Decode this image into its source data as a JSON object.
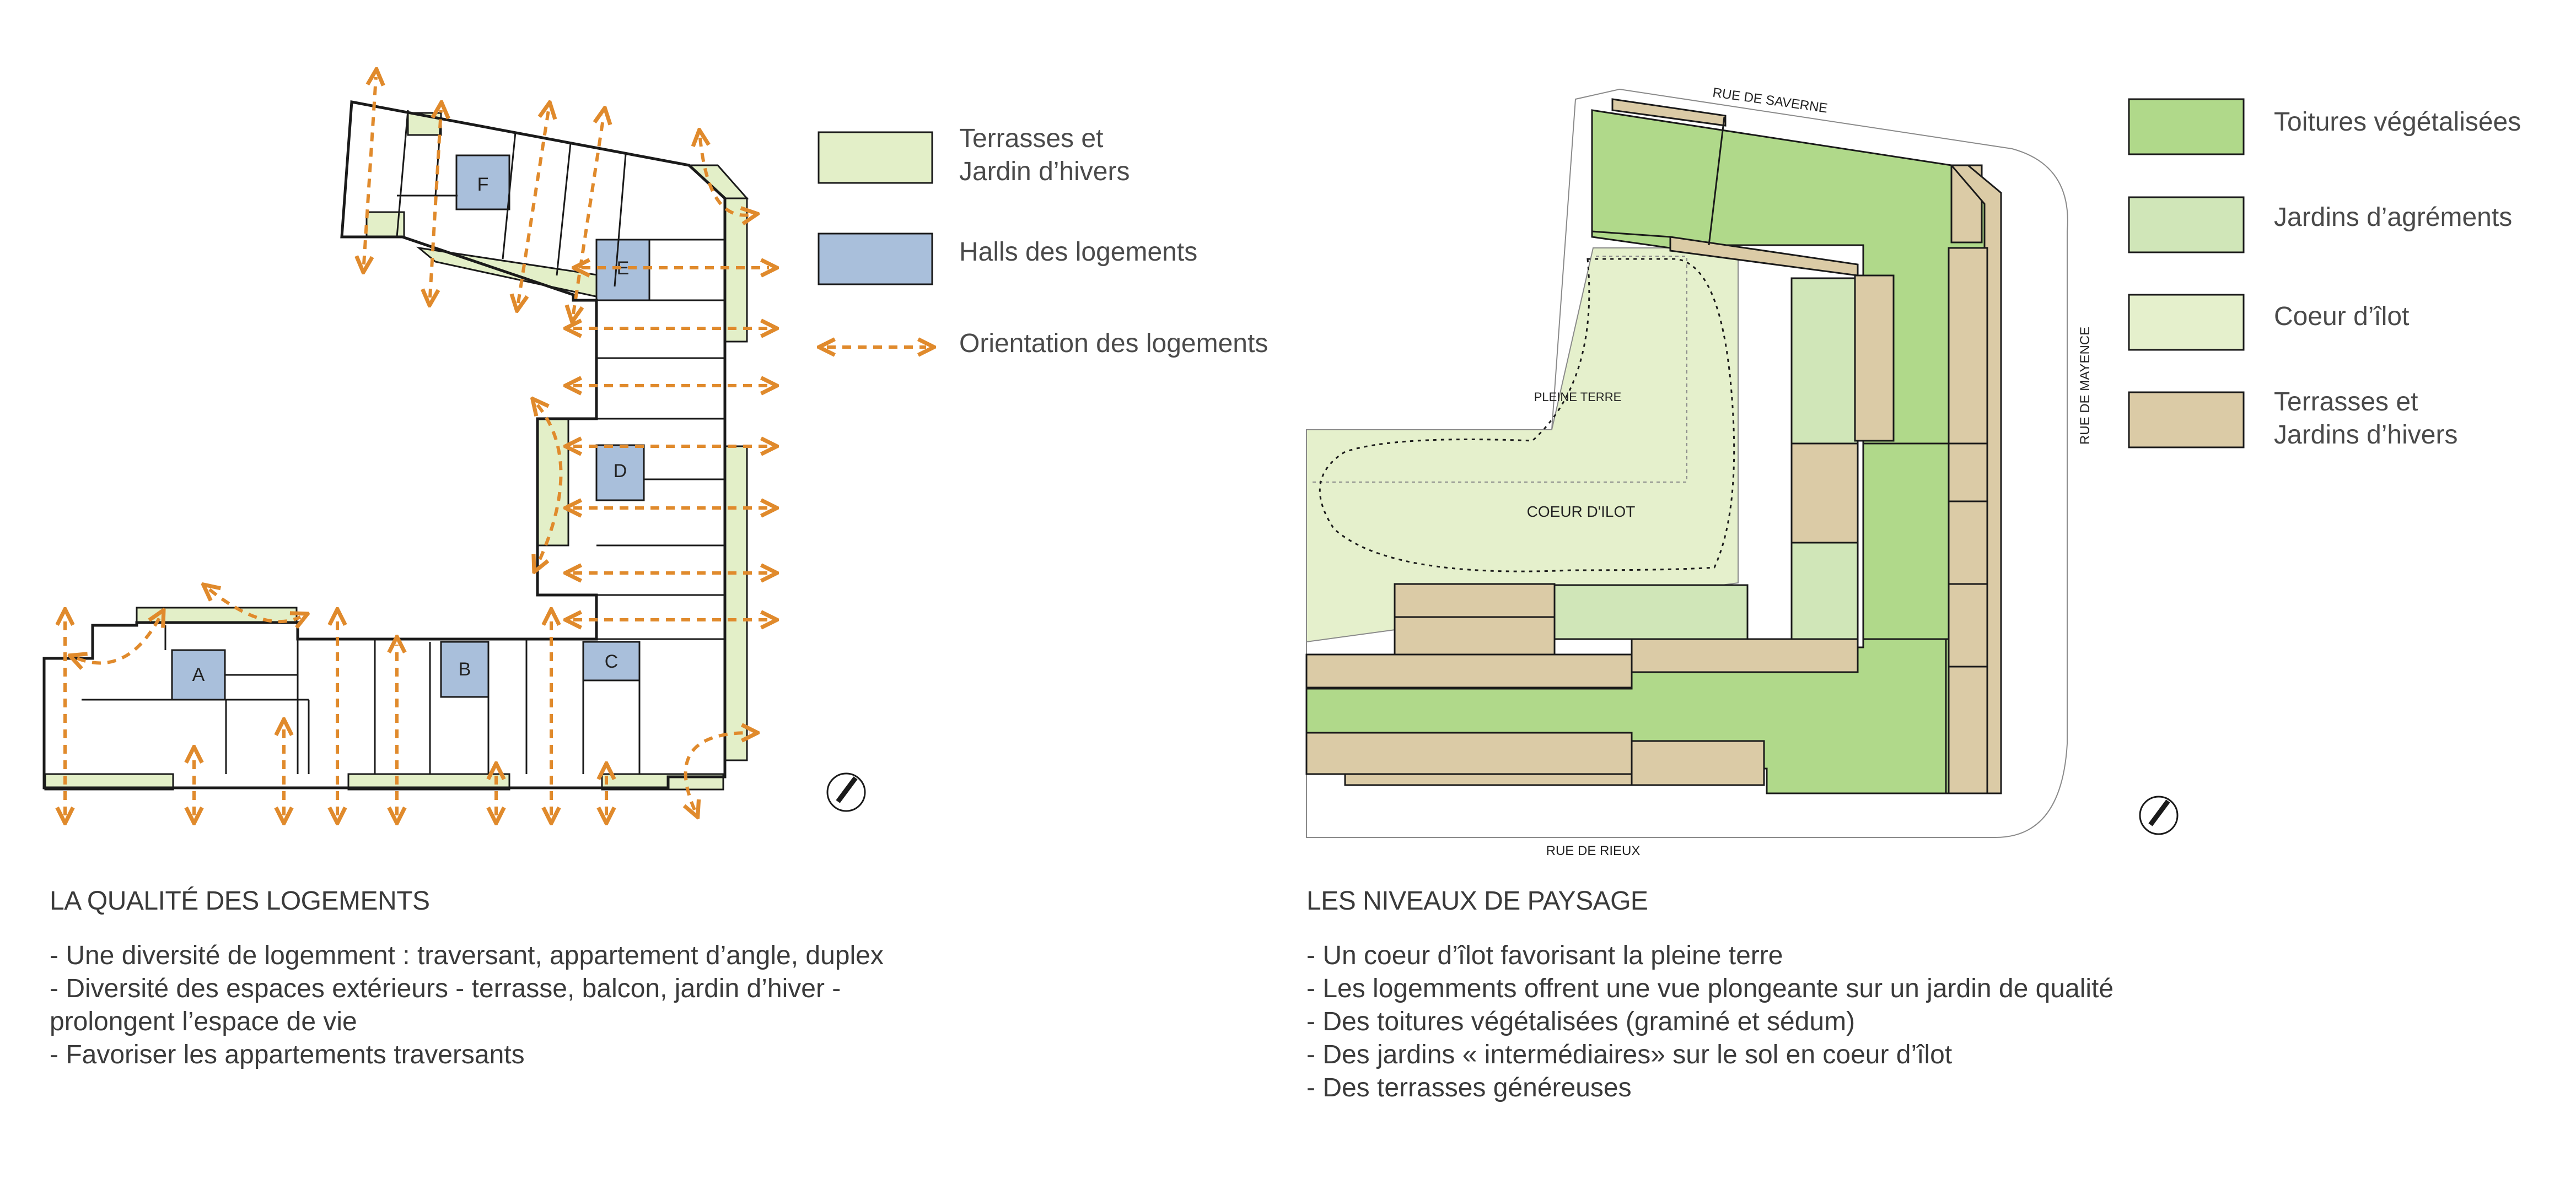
{
  "colors": {
    "terrasses": "#e3efc8",
    "halls": "#a9bfdb",
    "orientation": "#e08a2c",
    "toitures": "#b0d98a",
    "jardins_agrements": "#d0e6b8",
    "coeur_ilot": "#e5f0cc",
    "terrasses_hiver": "#dbcba6",
    "line": "#1a1a1a"
  },
  "left_diagram": {
    "halls": [
      "A",
      "B",
      "C",
      "D",
      "E",
      "F"
    ],
    "legend": {
      "terrasses": "Terrasses et\nJardin d’hivers",
      "halls": "Halls des logements",
      "orientation": "Orientation des logements"
    },
    "title": "LA QUALITÉ DES LOGEMENTS",
    "bullets": [
      "- Une diversité de logemment : traversant, appartement d’angle, duplex",
      "- Diversité des espaces extérieurs - terrasse, balcon, jardin d’hiver -\n  prolongent l’espace de vie",
      "- Favoriser les appartements traversants"
    ]
  },
  "right_diagram": {
    "streets": {
      "north": "RUE DE SAVERNE",
      "east": "RUE DE MAYENCE",
      "south": "RUE DE RIEUX"
    },
    "labels": {
      "pleine_terre": "PLEINE TERRE",
      "coeur_ilot": "COEUR D'ILOT"
    },
    "legend": {
      "toitures": "Toitures végétalisées",
      "jardins": "Jardins d’agréments",
      "coeur": "Coeur d’îlot",
      "terrasses": "Terrasses et\nJardins d’hivers"
    },
    "title": "LES NIVEAUX DE PAYSAGE",
    "bullets": [
      "- Un coeur d’îlot favorisant la pleine terre",
      "- Les logemments offrent une vue plongeante sur un jardin de qualité",
      "- Des toitures végétalisées (graminé et sédum)",
      "- Des jardins « intermédiaires» sur le sol en coeur d’îlot",
      "- Des terrasses généreuses"
    ]
  },
  "icons": [
    "north-arrow-icon",
    "orientation-arrow-icon"
  ]
}
